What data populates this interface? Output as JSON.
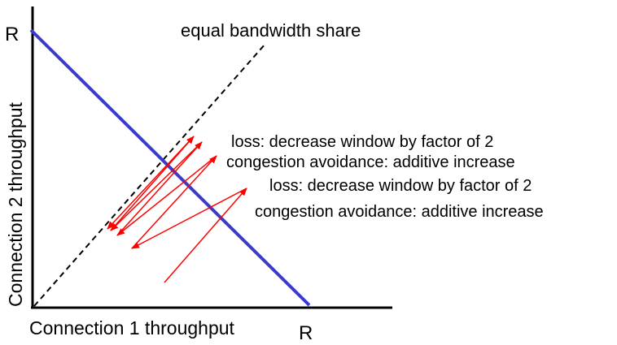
{
  "axes": {
    "x_label": "Connection 1 throughput",
    "y_label": "Connection 2 throughput",
    "x_max_label": "R",
    "y_max_label": "R"
  },
  "fair_line_label": "equal bandwidth share",
  "annotations": [
    "loss: decrease window by factor of 2",
    "congestion avoidance: additive increase",
    "loss: decrease window by factor of 2",
    "congestion avoidance: additive increase"
  ],
  "colors": {
    "axis": "#000000",
    "capacity_line": "#3a3acc",
    "trajectory": "#ff0000",
    "fair_line": "#000000"
  }
}
